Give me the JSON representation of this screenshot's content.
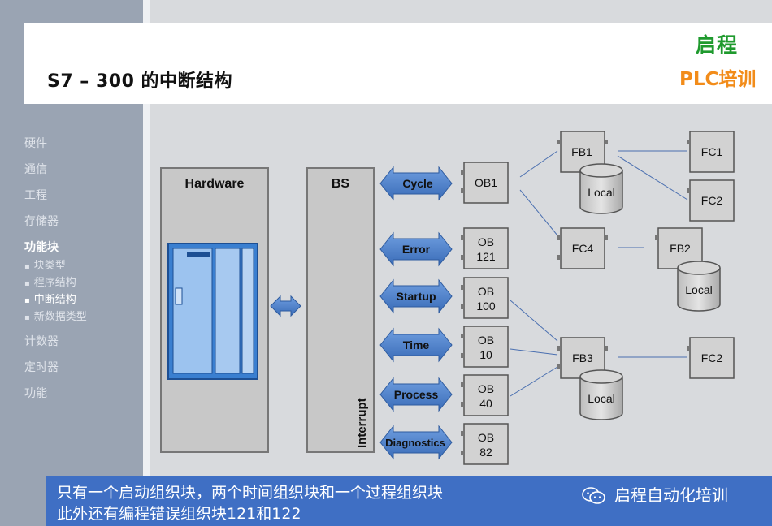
{
  "nav": {
    "items": [
      "硬件",
      "通信",
      "工程",
      "存储器",
      "功能块",
      "计数器",
      "定时器",
      "功能"
    ],
    "active": "功能块",
    "subitems": [
      "块类型",
      "程序结构",
      "中断结构",
      "新数据类型"
    ],
    "active_sub": "中断结构"
  },
  "header": {
    "title": "S7 – 300 的中断结构",
    "logo_top": "启程",
    "logo_bottom": "PLC培训"
  },
  "diagram": {
    "hardware_label": "Hardware",
    "bs_label": "BS",
    "interrupt_label": "Interrupt",
    "arrows": [
      "Cycle",
      "Error",
      "Startup",
      "Time",
      "Process",
      "Diagnostics"
    ],
    "ob_blocks": [
      [
        "OB1"
      ],
      [
        "OB",
        "121"
      ],
      [
        "OB",
        "100"
      ],
      [
        "OB",
        "10"
      ],
      [
        "OB",
        "40"
      ],
      [
        "OB",
        "82"
      ]
    ],
    "blocks": {
      "fb1": "FB1",
      "fc1": "FC1",
      "fc2_top": "FC2",
      "fc4": "FC4",
      "fb2": "FB2",
      "fb3": "FB3",
      "fc2_bottom": "FC2"
    },
    "local_label": "Local"
  },
  "footer": {
    "line1": "只有一个启动组织块，两个时间组织块和一个过程组织块",
    "line2": "此外还有编程错误组织块121和122",
    "brand": "启程自动化培训"
  },
  "colors": {
    "sidebar": "#9aa4b3",
    "main_bg": "#d8dadd",
    "arrow_blue": "#4a7fc8",
    "footer_blue": "#3f6fc4",
    "logo_green": "#1f9a2e",
    "logo_orange": "#f28c1a"
  }
}
